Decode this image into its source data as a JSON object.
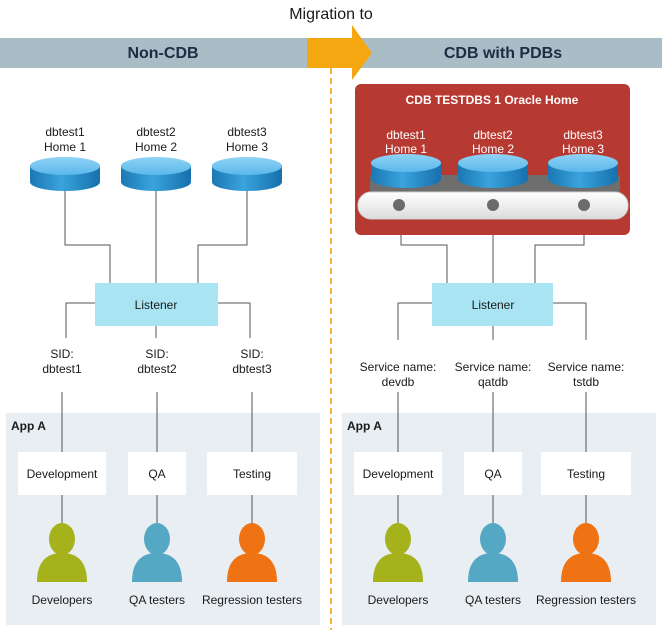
{
  "top_label": "Migration to",
  "left": {
    "header": "Non-CDB",
    "databases": [
      {
        "name": "dbtest1",
        "home": "Home 1"
      },
      {
        "name": "dbtest2",
        "home": "Home 2"
      },
      {
        "name": "dbtest3",
        "home": "Home 3"
      }
    ],
    "listener": "Listener",
    "connections": [
      {
        "type": "SID:",
        "value": "dbtest1"
      },
      {
        "type": "SID:",
        "value": "dbtest2"
      },
      {
        "type": "SID:",
        "value": "dbtest3"
      }
    ],
    "app_label": "App A",
    "apps": [
      "Development",
      "QA",
      "Testing"
    ],
    "users": [
      "Developers",
      "QA testers",
      "Regression testers"
    ]
  },
  "right": {
    "header": "CDB with PDBs",
    "cdb_title": "CDB TESTDBS 1 Oracle Home",
    "databases": [
      {
        "name": "dbtest1",
        "home": "Home 1"
      },
      {
        "name": "dbtest2",
        "home": "Home 2"
      },
      {
        "name": "dbtest3",
        "home": "Home 3"
      }
    ],
    "listener": "Listener",
    "connections": [
      {
        "type": "Service name:",
        "value": "devdb"
      },
      {
        "type": "Service name:",
        "value": "qatdb"
      },
      {
        "type": "Service name:",
        "value": "tstdb"
      }
    ],
    "app_label": "App A",
    "apps": [
      "Development",
      "QA",
      "Testing"
    ],
    "users": [
      "Developers",
      "QA testers",
      "Regression testers"
    ]
  },
  "colors": {
    "header_band": "#a9bdc6",
    "arrow": "#f5a712",
    "cdb_box": "#b73a32",
    "db_blue": "#2d95d0",
    "listener": "#a9e4f3",
    "app_area": "#e9eef3",
    "developers": "#a6b21c",
    "qa_testers": "#55a8c3",
    "regression_testers": "#ef7312"
  }
}
